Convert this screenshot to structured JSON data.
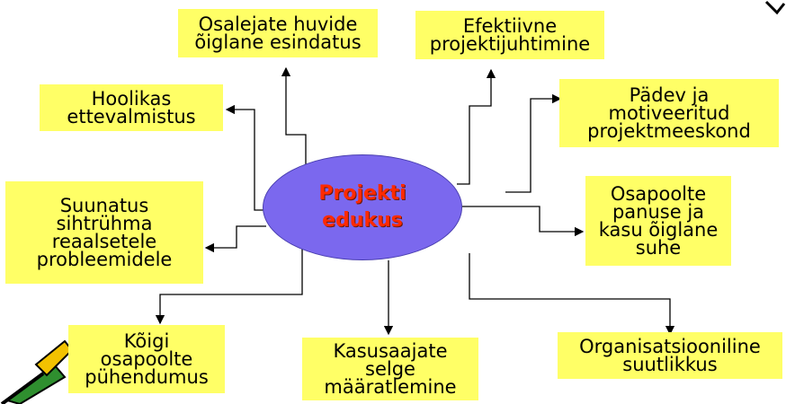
{
  "center": {
    "line1": "Projekti",
    "line2": "edukus"
  },
  "boxes": {
    "stakeholders": [
      "Osalejate huvide",
      "õiglane esindatus"
    ],
    "management": [
      "Efektiivne",
      "projektijuhtimine"
    ],
    "preparation": [
      "Hoolikas",
      "ettevalmistus"
    ],
    "team": [
      "Pädev ja",
      "motiveeritud",
      "projektmeeskond"
    ],
    "target_group": [
      "Suunatus",
      "sihtrühma",
      "reaalsetele",
      "probleemidele"
    ],
    "contribution": [
      "Osapoolte",
      "panuse ja",
      "kasu õiglane",
      "suhe"
    ],
    "commitment": [
      "Kõigi",
      "osapoolte",
      "pühendumus"
    ],
    "beneficiaries": [
      "Kasusaajate",
      "selge",
      "määratlemine"
    ],
    "capacity": [
      "Organisatsiooniline",
      "suutlikkus"
    ]
  },
  "colors": {
    "box": "#ffff66",
    "ellipse": "#7b68ee",
    "center_text": "#ff2a00"
  }
}
